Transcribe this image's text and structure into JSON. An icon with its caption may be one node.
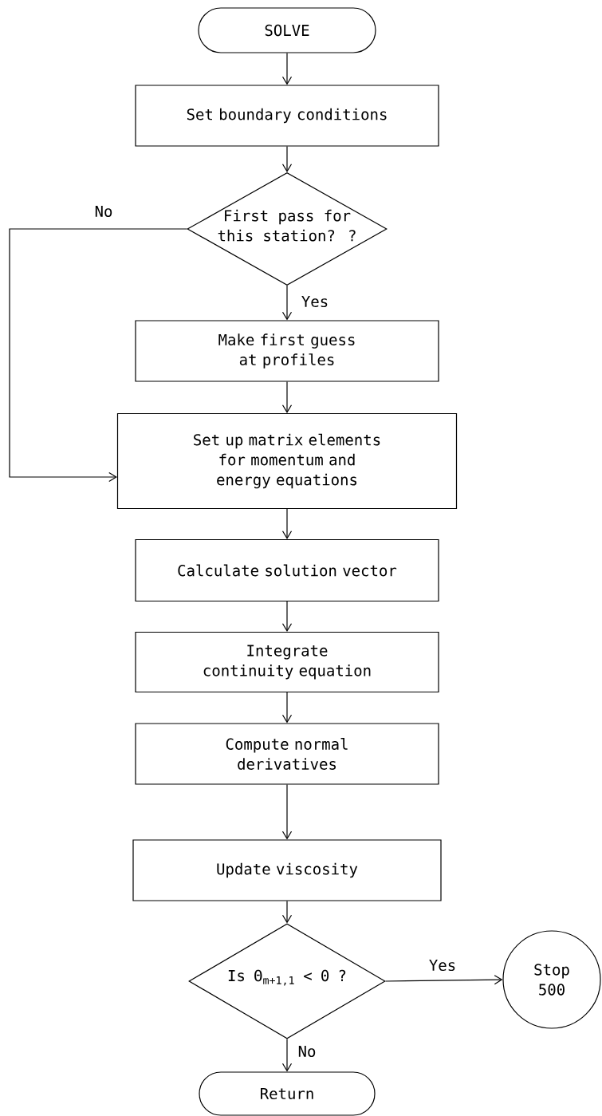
{
  "diagram": {
    "nodes": [
      {
        "text": [
          "SOLVE"
        ]
      },
      {
        "text": [
          "Set boundary conditions"
        ]
      },
      {
        "text": [
          "First pass for this station? ?"
        ]
      },
      {
        "text": [
          "Make first guess at profiles"
        ]
      },
      {
        "text": [
          "Set up matrix elements for momentum and energy equations"
        ]
      },
      {
        "text": [
          "Calculate solution vector"
        ]
      },
      {
        "text": [
          "Integrate continuity equation"
        ]
      },
      {
        "text": [
          "Compute normal derivatives"
        ]
      },
      {
        "text": [
          "Update viscosity"
        ]
      },
      {
        "text": [
          "Is Θ$_{m+1,1}$ < 0 ?"
        ]
      },
      {
        "text": [
          "Stop 500"
        ]
      },
      {
        "text": [
          "Return"
        ]
      }
    ],
    "edges": [
      {
        "from": 0,
        "to": 1,
        "arrow": "to"
      },
      {
        "from": 1,
        "to": 2,
        "arrow": "to"
      },
      {
        "from": 2,
        "to": 3,
        "arrow": "to",
        "label": "Yes"
      },
      {
        "from": 2,
        "to": 4,
        "arrow": "to",
        "label": "No"
      },
      {
        "from": 3,
        "to": 4,
        "arrow": "to"
      },
      {
        "from": 4,
        "to": 5,
        "arrow": "to"
      },
      {
        "from": 5,
        "to": 6,
        "arrow": "to"
      },
      {
        "from": 6,
        "to": 7,
        "arrow": "to"
      },
      {
        "from": 7,
        "to": 8,
        "arrow": "to"
      },
      {
        "from": 8,
        "to": 9,
        "arrow": "to"
      },
      {
        "from": 9,
        "to": 10,
        "arrow": "to",
        "label": "Yes"
      },
      {
        "from": 9,
        "to": 11,
        "arrow": "to",
        "label": "No"
      }
    ]
  }
}
